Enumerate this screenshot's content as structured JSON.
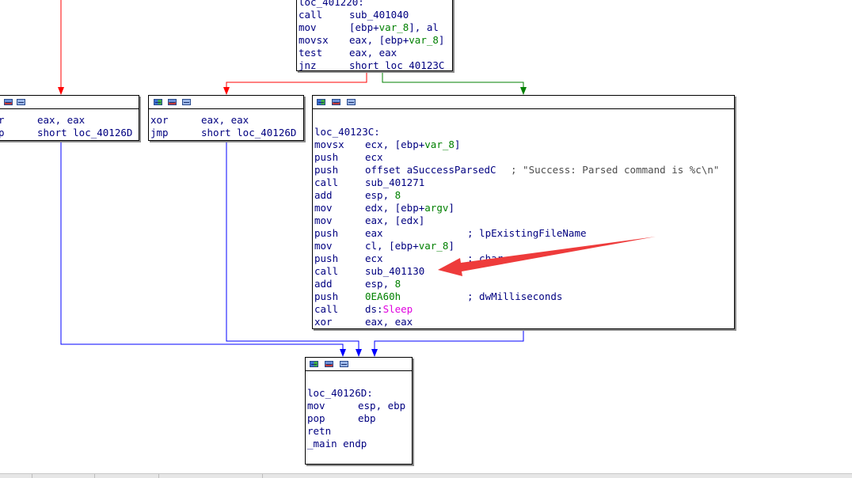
{
  "graph": {
    "nodes": {
      "top": {
        "label": "loc_401220:",
        "lines": [
          {
            "m": "call",
            "o": "sub_401040"
          },
          {
            "m": "mov",
            "o1": "[ebp+",
            "v": "var_8",
            "o2": "], al"
          },
          {
            "m": "movsx",
            "o1": "eax, [ebp+",
            "v": "var_8",
            "o2": "]"
          },
          {
            "m": "test",
            "o": "eax, eax"
          },
          {
            "m": "jnz",
            "o": "short loc_40123C"
          }
        ]
      },
      "left": {
        "lines": [
          {
            "m": "xor",
            "o": "eax, eax"
          },
          {
            "m": "jmp",
            "o": "short loc_40126D"
          }
        ]
      },
      "mid": {
        "lines": [
          {
            "m": "xor",
            "o": "eax, eax"
          },
          {
            "m": "jmp",
            "o": "short loc_40126D"
          }
        ]
      },
      "right": {
        "label": "loc_40123C:",
        "lines": [
          {
            "m": "movsx",
            "o1": "ecx, [ebp+",
            "v": "var_8",
            "o2": "]"
          },
          {
            "m": "push",
            "o": "ecx"
          },
          {
            "m": "push",
            "o": "offset aSuccessParsedC",
            "c": "; \"Success: Parsed command is %c\\n\""
          },
          {
            "m": "call",
            "o": "sub_401271"
          },
          {
            "m": "add",
            "o1": "esp, ",
            "n": "8"
          },
          {
            "m": "mov",
            "o1": "edx, [ebp+",
            "v": "argv",
            "o2": "]"
          },
          {
            "m": "mov",
            "o": "eax, [edx]"
          },
          {
            "m": "push",
            "o": "eax",
            "c": "; lpExistingFileName"
          },
          {
            "m": "mov",
            "o1": "cl, [ebp+",
            "v": "var_8",
            "o2": "]"
          },
          {
            "m": "push",
            "o": "ecx",
            "c": "; char"
          },
          {
            "m": "call",
            "o": "sub_401130"
          },
          {
            "m": "add",
            "o1": "esp, ",
            "n": "8"
          },
          {
            "m": "push",
            "n": "0EA60h",
            "c": "; dwMilliseconds"
          },
          {
            "m": "call",
            "o1": "ds:",
            "imp": "Sleep"
          },
          {
            "m": "xor",
            "o": "eax, eax"
          }
        ]
      },
      "bottom": {
        "label": "loc_40126D:",
        "lines": [
          {
            "m": "mov",
            "o": "esp, ebp"
          },
          {
            "m": "pop",
            "o": "ebp"
          },
          {
            "m": "retn",
            "o": ""
          }
        ],
        "end": "_main endp"
      }
    },
    "colors": {
      "true_edge": "#008000",
      "false_edge": "#ff0000",
      "uncond_edge": "#0000ff",
      "arrow_annotation": "#ee3b3b"
    }
  }
}
